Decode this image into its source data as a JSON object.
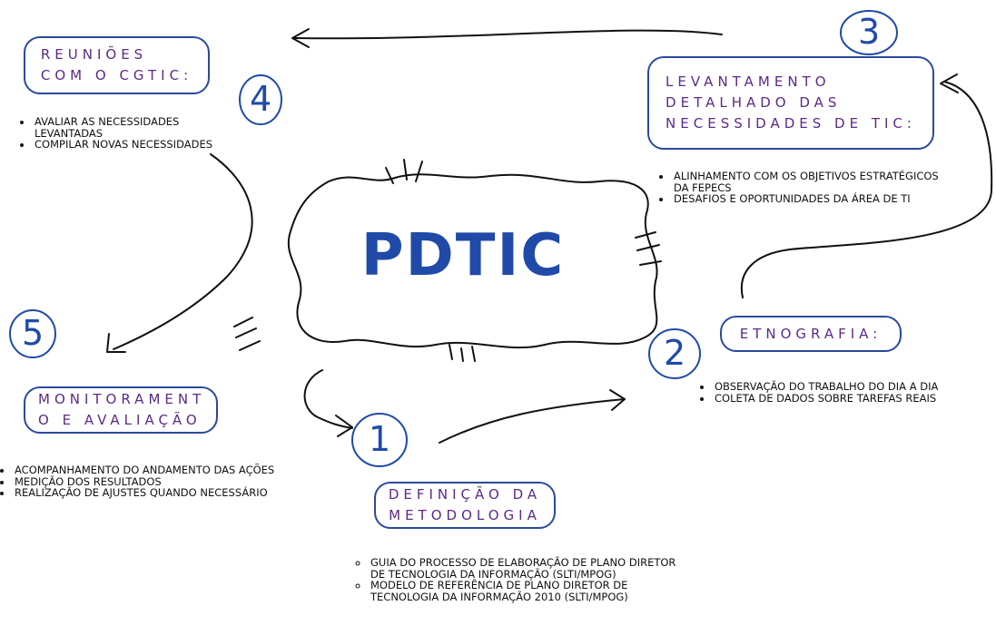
{
  "center": {
    "title": "PDTIC"
  },
  "boxes": {
    "reunioes": {
      "lines": [
        "REUNIÕES",
        "COM O CGTIC:"
      ]
    },
    "levantamento": {
      "lines": [
        "LEVANTAMENTO",
        "DETALHADO DAS",
        "NECESSIDADES DE TIC:"
      ]
    },
    "etnografia": {
      "lines": [
        "ETNOGRAFIA:"
      ]
    },
    "monitoramento": {
      "lines": [
        "MONITORAMENT",
        "O E AVALIAÇÃO"
      ]
    },
    "definicao": {
      "lines": [
        "DEFINIÇÃO DA",
        "METODOLOGIA"
      ]
    }
  },
  "numbers": {
    "n1": "1",
    "n2": "2",
    "n3": "3",
    "n4": "4",
    "n5": "5"
  },
  "lists": {
    "reunioes": [
      "AVALIAR AS NECESSIDADES LEVANTADAS",
      "COMPILAR NOVAS NECESSIDADES"
    ],
    "levantamento": [
      "ALINHAMENTO COM OS OBJETIVOS ESTRATÉGICOS DA FEPECS",
      "DESAFIOS E OPORTUNIDADES DA ÁREA DE TI"
    ],
    "etnografia": [
      "OBSERVAÇÃO DO TRABALHO DO DIA A DIA",
      "COLETA DE DADOS SOBRE TAREFAS REAIS"
    ],
    "monitoramento": [
      "ACOMPANHAMENTO DO ANDAMENTO DAS AÇÕES",
      "MEDIÇÃO DOS RESULTADOS",
      "REALIZAÇÃO DE AJUSTES QUANDO NECESSÁRIO"
    ],
    "definicao": [
      "GUIA DO PROCESSO DE ELABORAÇÃO DE PLANO DIRETOR DE TECNOLOGIA DA INFORMAÇÃO (SLTI/MPOG)",
      "MODELO DE REFERÊNCIA DE PLANO DIRETOR DE TECNOLOGIA DA INFORMAÇÃO 2010 (SLTI/MPOG)"
    ]
  },
  "colors": {
    "accent": "#1f4aa8",
    "title_text": "#5b2a86",
    "ink": "#111111"
  }
}
